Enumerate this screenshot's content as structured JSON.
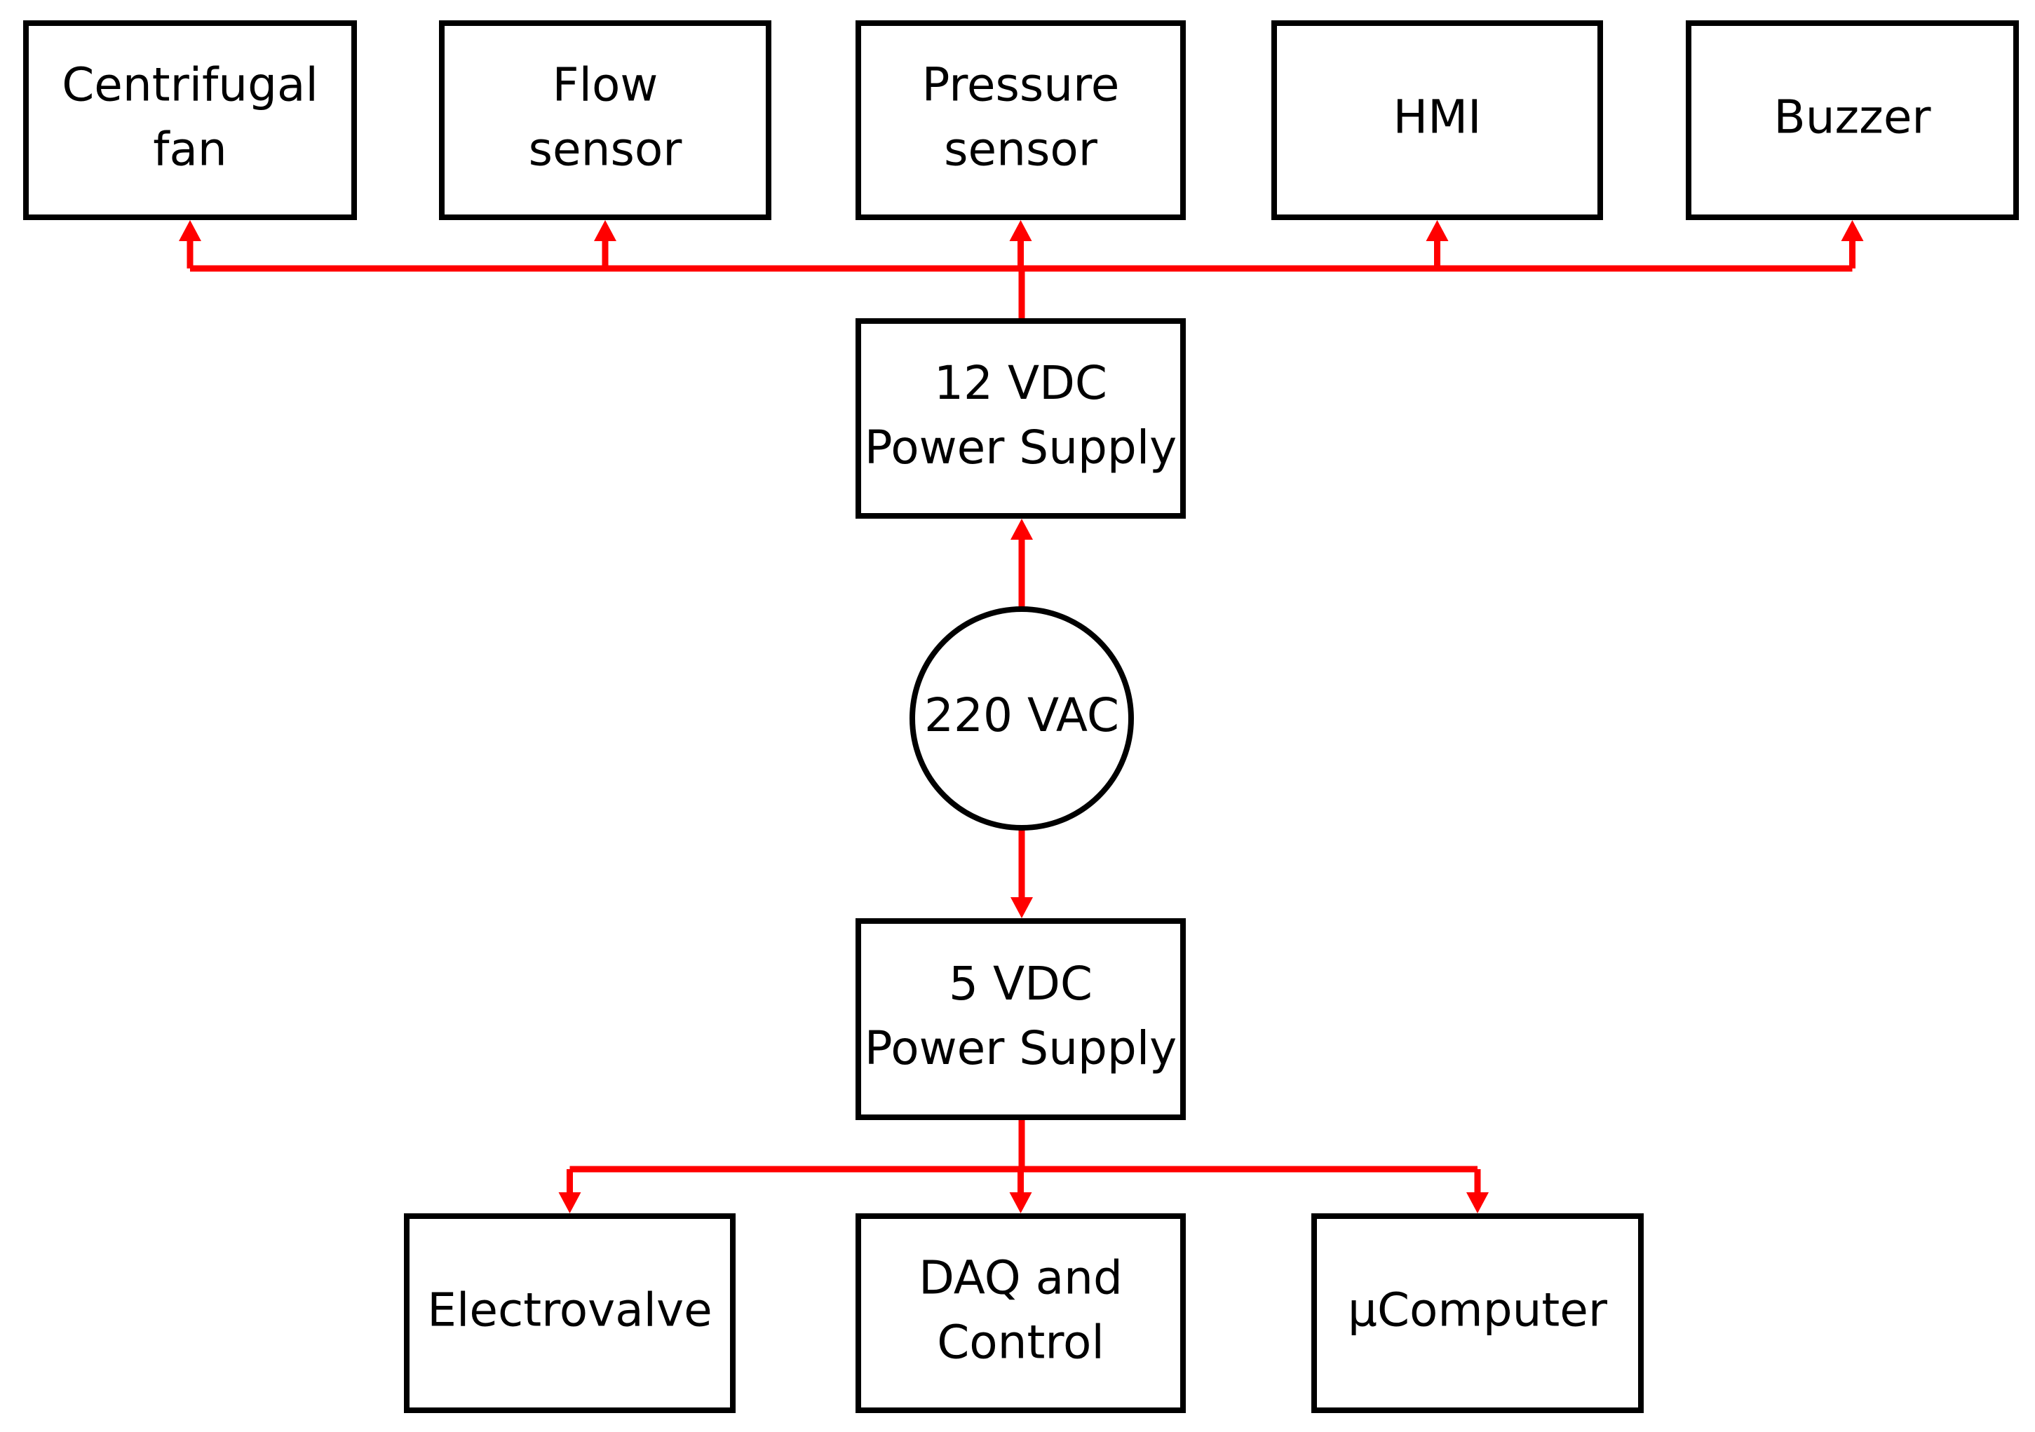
{
  "colors": {
    "wire": "#ff0000",
    "outline": "#000000",
    "fill": "#ffffff"
  },
  "source": {
    "label": "220 VAC"
  },
  "supplies": {
    "psu12": {
      "lines": [
        "12 VDC",
        "Power Supply"
      ]
    },
    "psu5": {
      "lines": [
        "5 VDC",
        "Power Supply"
      ]
    }
  },
  "loads_12v": [
    {
      "id": "centrifugal-fan",
      "lines": [
        "Centrifugal",
        "fan"
      ]
    },
    {
      "id": "flow-sensor",
      "lines": [
        "Flow",
        "sensor"
      ]
    },
    {
      "id": "pressure-sensor",
      "lines": [
        "Pressure",
        "sensor"
      ]
    },
    {
      "id": "hmi",
      "lines": [
        "HMI"
      ]
    },
    {
      "id": "buzzer",
      "lines": [
        "Buzzer"
      ]
    }
  ],
  "loads_5v": [
    {
      "id": "electrovalve",
      "lines": [
        "Electrovalve"
      ]
    },
    {
      "id": "daq-control",
      "lines": [
        "DAQ and",
        "Control"
      ]
    },
    {
      "id": "ucomputer",
      "lines": [
        "μComputer"
      ]
    }
  ]
}
